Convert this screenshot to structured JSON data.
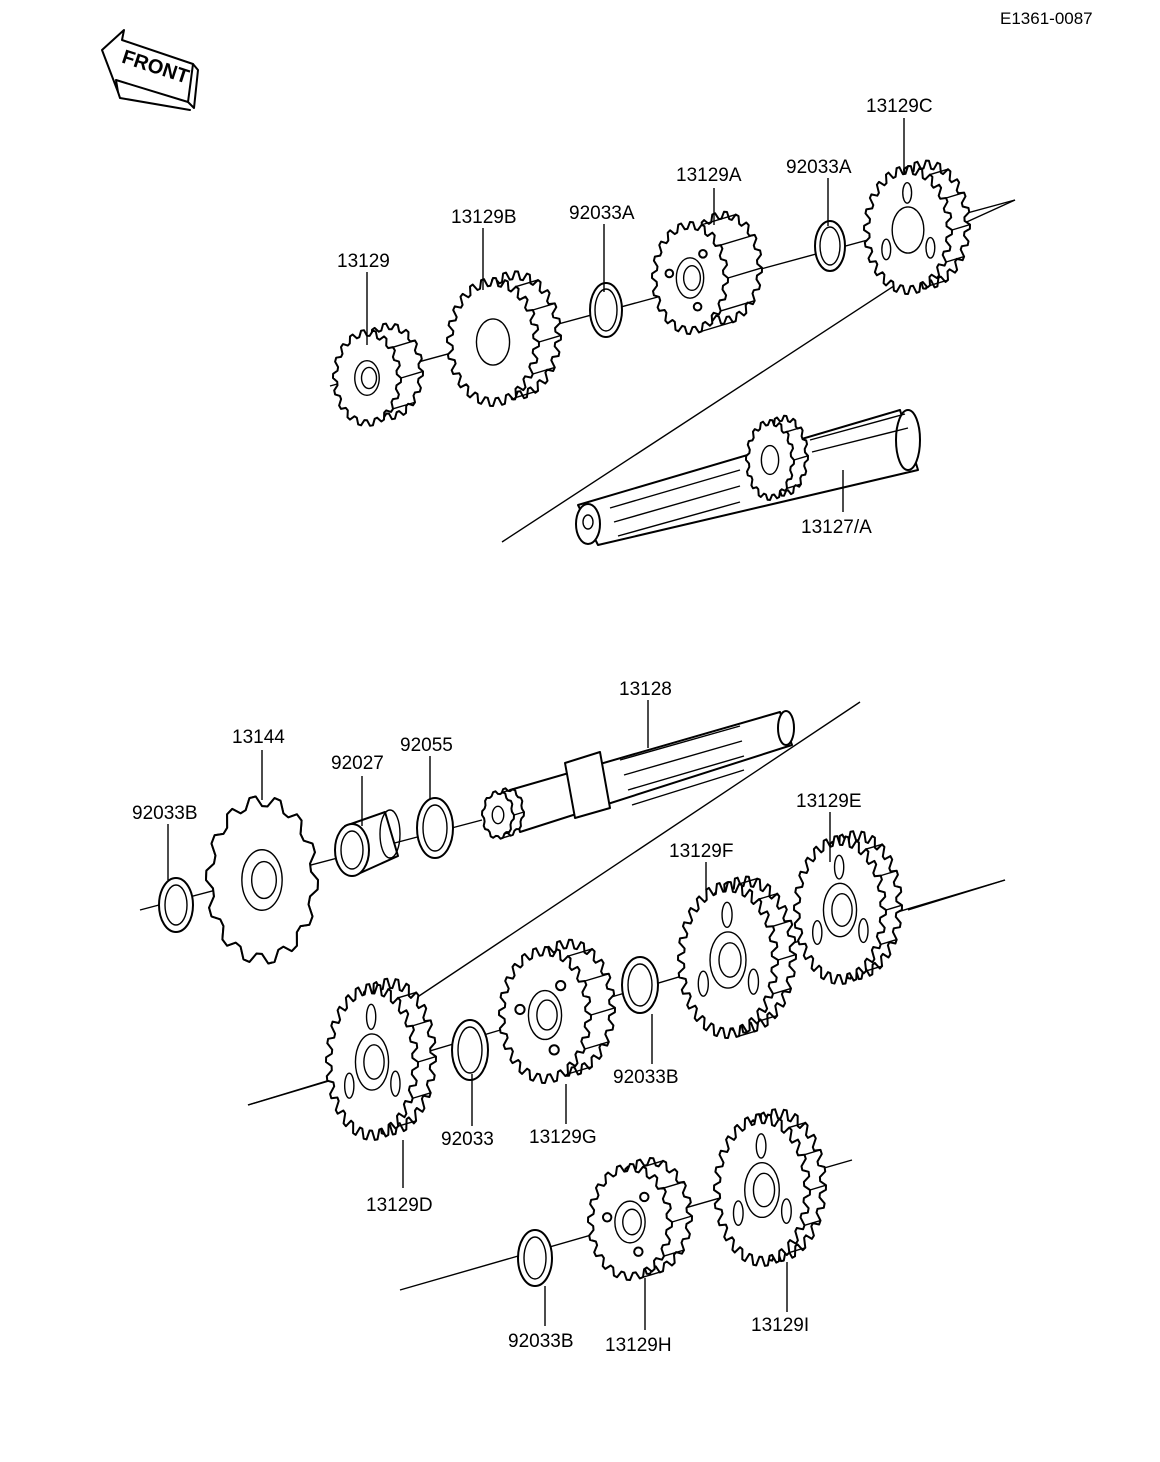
{
  "doc_code": "E1361-0087",
  "front_label": "FRONT",
  "parts": {
    "p13129": "13129",
    "p13129B": "13129B",
    "p92033A_1": "92033A",
    "p13129A": "13129A",
    "p92033A_2": "92033A",
    "p13129C": "13129C",
    "p13127A": "13127/A",
    "p13128": "13128",
    "p13144": "13144",
    "p92027": "92027",
    "p92055": "92055",
    "p92033B_1": "92033B",
    "p13129E": "13129E",
    "p13129F": "13129F",
    "p92033B_2": "92033B",
    "p13129G": "13129G",
    "p92033": "92033",
    "p13129D": "13129D",
    "p92033B_3": "92033B",
    "p13129H": "13129H",
    "p13129I": "13129I"
  }
}
